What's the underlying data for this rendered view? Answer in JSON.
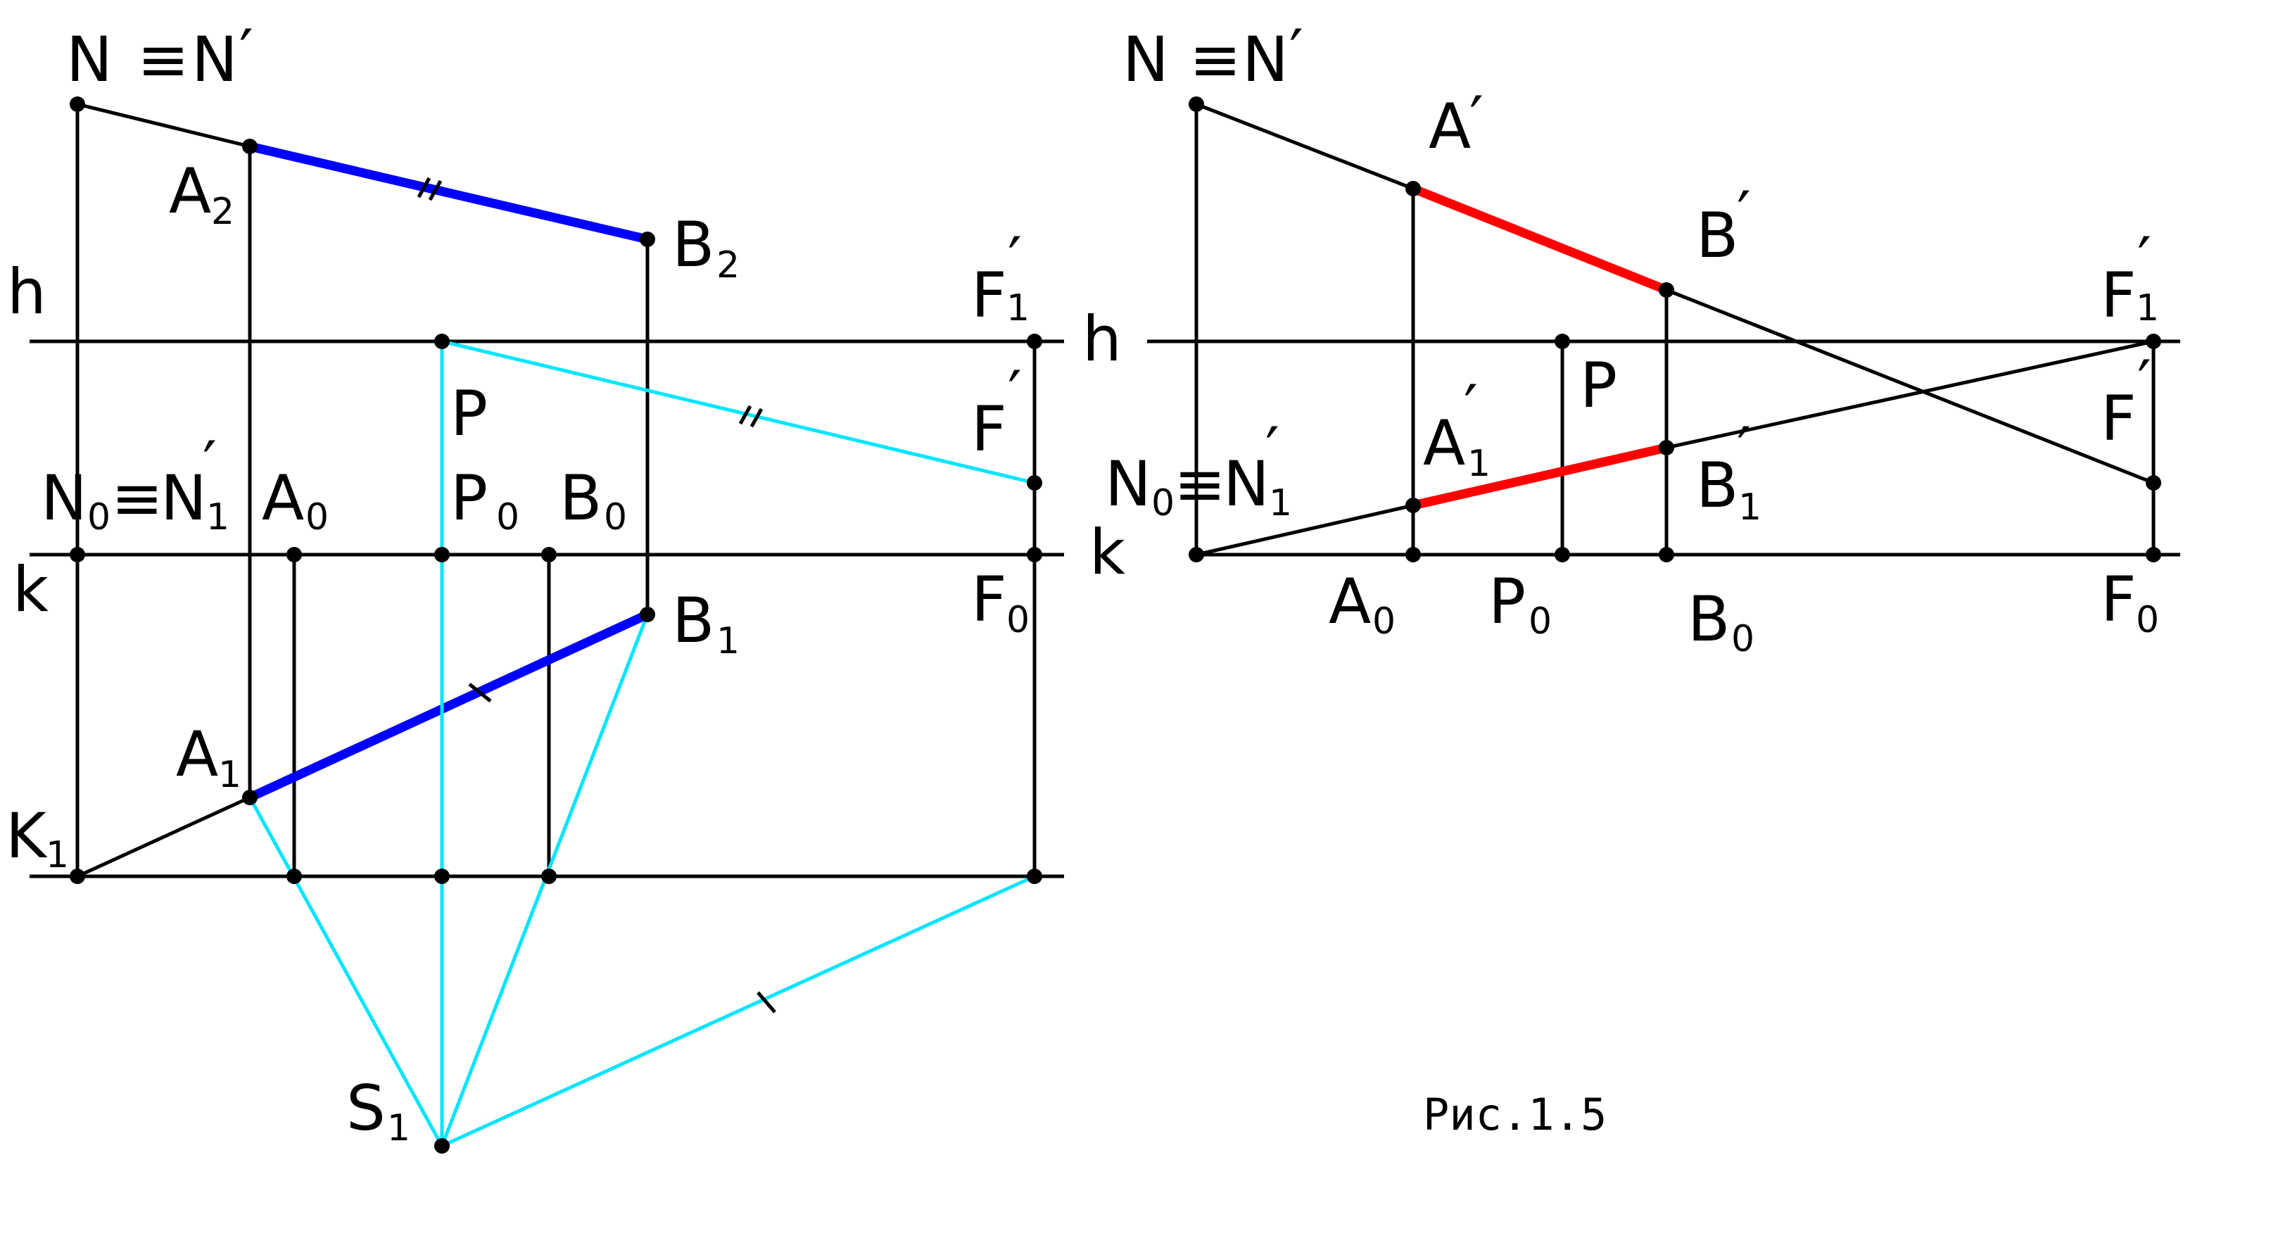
{
  "caption": "Рис.1.5",
  "colors": {
    "line": "#000000",
    "left_segment": "#0000ff",
    "right_segment": "#ff0000",
    "construction": "#00e5ff"
  },
  "left_figure": {
    "labels": {
      "N": "N",
      "equiv": "≡",
      "N_prime": "N",
      "prime": "′",
      "A2_letter": "A",
      "A2_sub": "2",
      "B2_letter": "B",
      "B2_sub": "2",
      "h": "h",
      "F1_letter": "F",
      "F1_prime": "′",
      "F1_sub": "1",
      "P": "P",
      "F_letter": "F",
      "F_prime": "′",
      "N0_letter": "N",
      "N0_sub": "0",
      "N0_equiv": "≡",
      "N1_letter": "N",
      "N1_prime": "′",
      "N1_sub": "1",
      "A0_letter": "A",
      "A0_sub": "0",
      "P0_letter": "P",
      "P0_sub": "0",
      "B0_letter": "B",
      "B0_sub": "0",
      "k": "k",
      "B1_letter": "B",
      "B1_sub": "1",
      "F0_letter": "F",
      "F0_sub": "0",
      "A1_letter": "A",
      "A1_sub": "1",
      "K1_letter": "K",
      "K1_sub": "1",
      "S1_letter": "S",
      "S1_sub": "1",
      "double_tick": "//"
    }
  },
  "right_figure": {
    "labels": {
      "N": "N",
      "equiv": "≡",
      "N_prime": "N",
      "prime": "′",
      "A_letter": "A",
      "A_prime": "′",
      "B_letter": "B",
      "B_prime": "′",
      "h": "h",
      "F1_letter": "F",
      "F1_prime": "′",
      "F1_sub": "1",
      "P": "P",
      "A1_letter": "A",
      "A1_prime": "′",
      "A1_sub": "1",
      "F_letter": "F",
      "F_prime": "′",
      "N0_letter": "N",
      "N0_sub": "0",
      "N0_equiv": "≡",
      "N1_letter": "N",
      "N1_prime": "′",
      "N1_sub": "1",
      "B1_letter": "B",
      "B1_prime": "′",
      "B1_sub": "1",
      "k": "k",
      "A0_letter": "A",
      "A0_sub": "0",
      "P0_letter": "P",
      "P0_sub": "0",
      "B0_letter": "B",
      "B0_sub": "0",
      "F0_letter": "F",
      "F0_sub": "0"
    }
  }
}
